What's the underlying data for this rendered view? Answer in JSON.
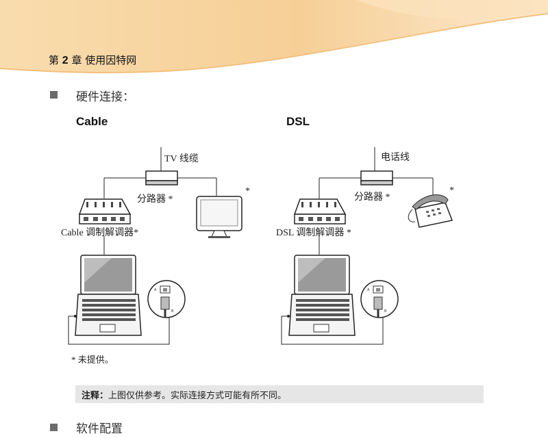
{
  "header": {
    "chapter_prefix": "第",
    "chapter_number": "2",
    "chapter_suffix": "章 使用因特网"
  },
  "sections": {
    "hardware_heading": "硬件连接：",
    "software_heading": "软件配置"
  },
  "cable": {
    "title": "Cable",
    "tv_cable_label": "TV 线缆",
    "splitter_label": "分路器 *",
    "monitor_asterisk": "*",
    "modem_label": "Cable 调制解调器*"
  },
  "dsl": {
    "title": "DSL",
    "phone_line_label": "电话线",
    "splitter_label": "分路器 *",
    "phone_asterisk": "*",
    "modem_label": "DSL 调制解调器 *"
  },
  "footnote": "* 未提供。",
  "note": {
    "label": "注释：",
    "text": "上图仅供参考。实际连接方式可能有所不同。"
  },
  "colors": {
    "banner": "#f6cf96",
    "note_bg": "#e6e6e6",
    "bullet": "#6b6b6b"
  }
}
